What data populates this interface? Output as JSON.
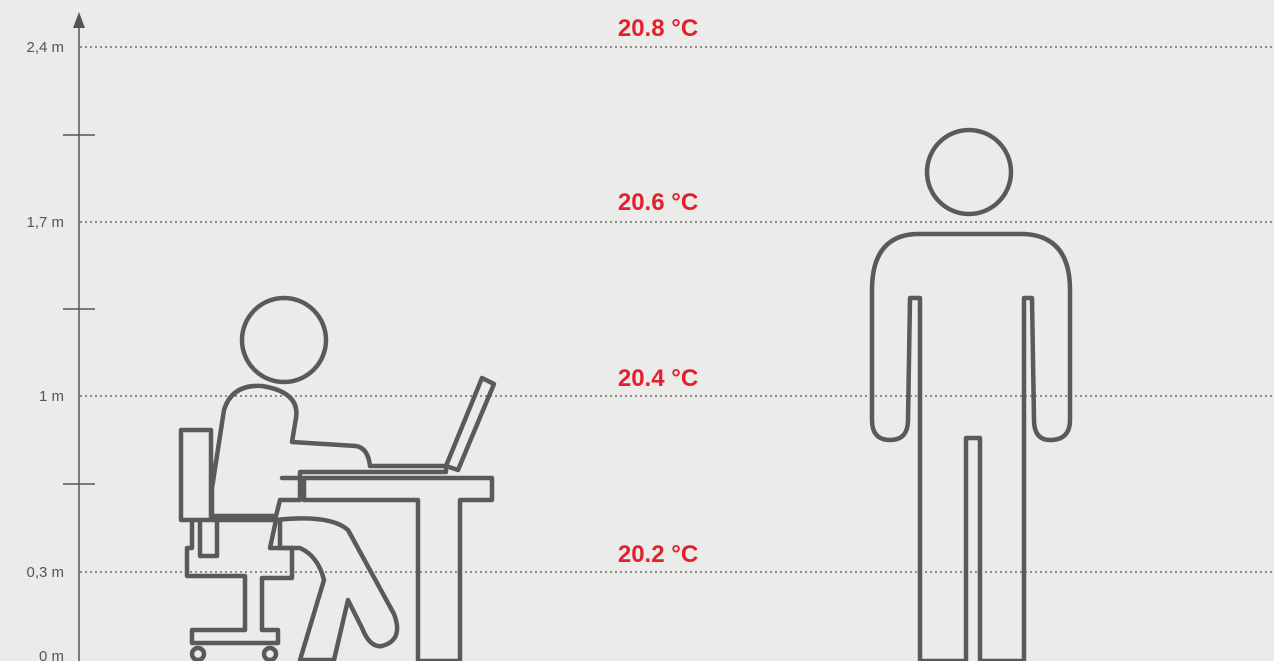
{
  "axis": {
    "levels": [
      {
        "height": "2,4 m",
        "temperature": "20.8 °C"
      },
      {
        "height": "1,7 m",
        "temperature": "20.6 °C"
      },
      {
        "height": "1 m",
        "temperature": "20.4 °C"
      },
      {
        "height": "0,3 m",
        "temperature": "20.2 °C"
      },
      {
        "height": "0 m",
        "temperature": ""
      }
    ]
  },
  "colors": {
    "background": "#ebebea",
    "temperature": "#e3212c",
    "figure_stroke": "#5a5a5a",
    "axis": "#555555"
  },
  "figures": {
    "seated_person": "person-sitting-at-desk-icon",
    "standing_person": "person-standing-icon"
  }
}
